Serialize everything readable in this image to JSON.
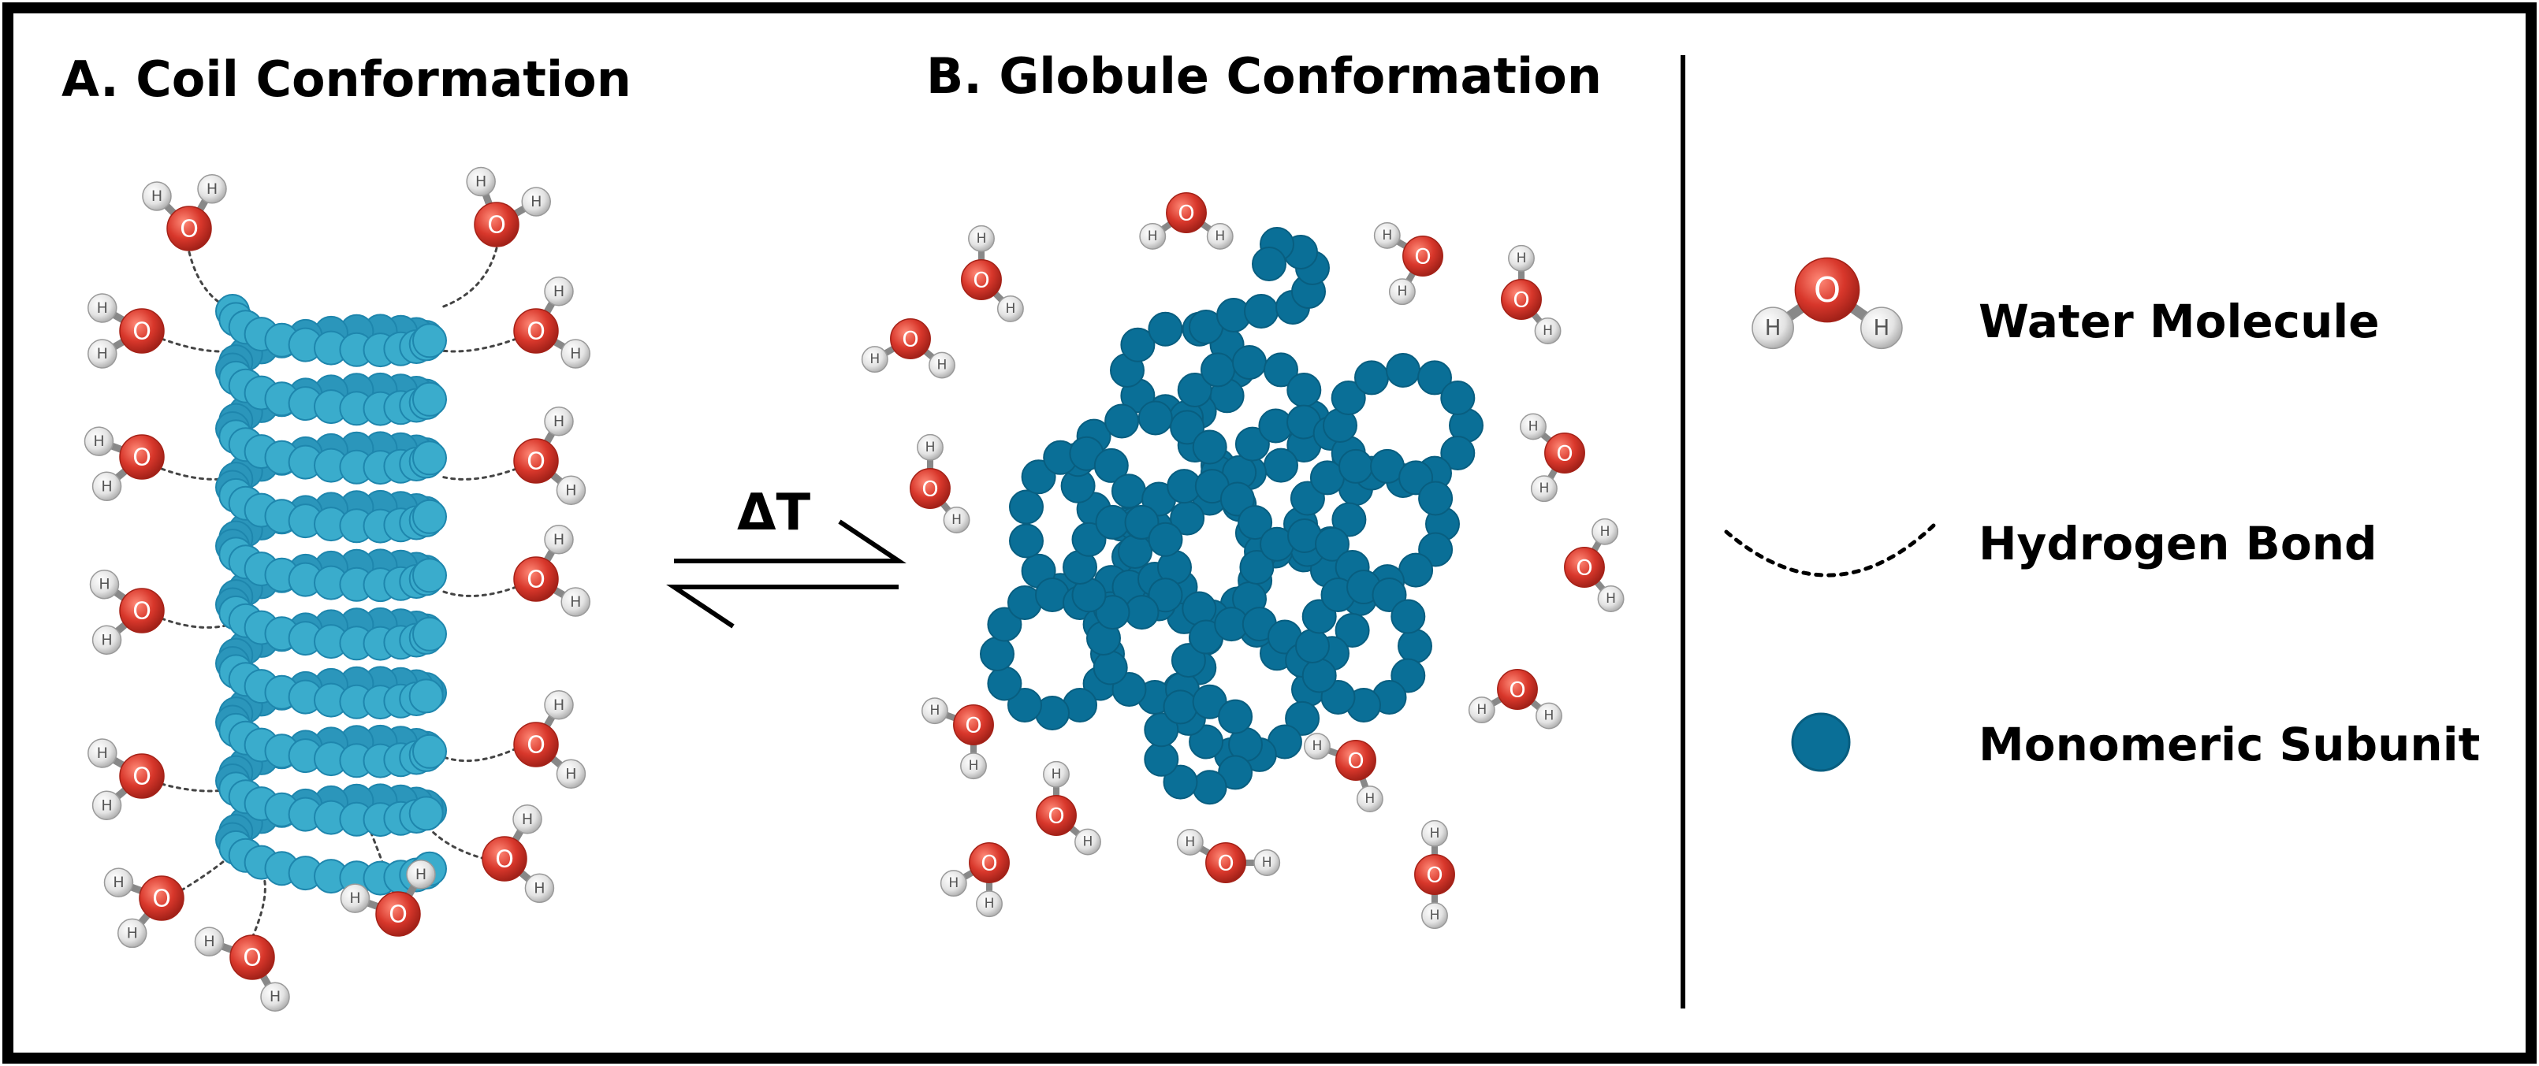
{
  "panels": {
    "coil_title": "A. Coil Conformation",
    "globule_title": "B. Globule Conformation"
  },
  "equilibrium": {
    "symbol": "ΔT"
  },
  "legend": {
    "water_label": "Water Molecule",
    "hbond_label": "Hydrogen Bond",
    "monomer_label": "Monomeric Subunit"
  },
  "atoms": {
    "oxygen": "O",
    "hydrogen": "H"
  },
  "colors": {
    "monomer_dark": "#0a6f97",
    "monomer_light": "#3aaccc",
    "oxygen": "#d8372b",
    "hydrogen": "#e3e3e3",
    "border": "#000000"
  }
}
